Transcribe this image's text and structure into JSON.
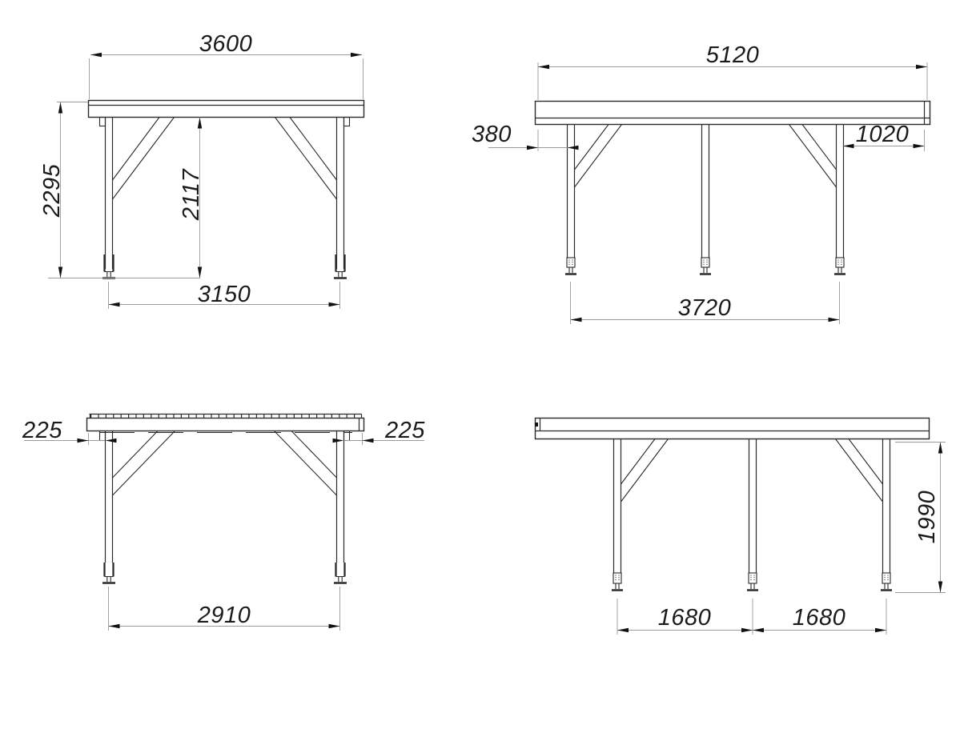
{
  "palette": {
    "background": "#ffffff",
    "structure_line": "#2b2b2b",
    "dimension_line": "#9a9a9a",
    "text": "#1a1a1a"
  },
  "views": [
    {
      "view": "front-elevation",
      "dims": {
        "width": "3600",
        "height": "2295",
        "clearance": "2117",
        "post_spacing": "3150"
      }
    },
    {
      "view": "side-elevation",
      "dims": {
        "length": "5120",
        "front_offset": "380",
        "rear_overhang": "1020",
        "post_spacing": "3720"
      }
    },
    {
      "view": "front-elevation-roof-detail",
      "dims": {
        "left_overhang": "225",
        "right_overhang": "225",
        "post_spacing": "2910"
      }
    },
    {
      "view": "side-elevation-bays",
      "dims": {
        "clearance": "1990",
        "bay_1": "1680",
        "bay_2": "1680"
      }
    }
  ]
}
